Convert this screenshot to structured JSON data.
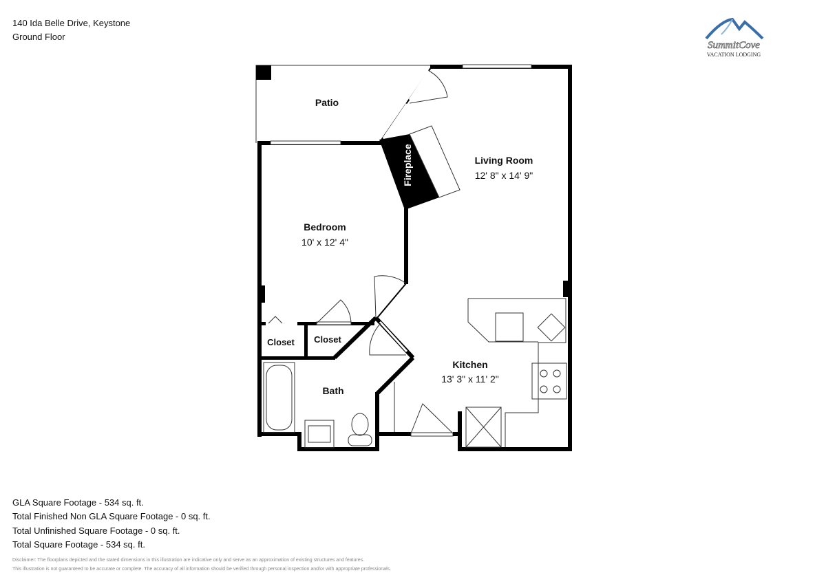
{
  "header": {
    "address": "140 Ida Belle Drive, Keystone",
    "floor": "Ground Floor"
  },
  "logo": {
    "name": "SummitCove",
    "tagline": "Vacation Lodging",
    "color": "#3a6ea8"
  },
  "rooms": {
    "patio": {
      "name": "Patio"
    },
    "living_room": {
      "name": "Living Room",
      "dims": "12' 8\" x 14' 9\""
    },
    "bedroom": {
      "name": "Bedroom",
      "dims": "10' x 12' 4\""
    },
    "fireplace": {
      "name": "Fireplace"
    },
    "closet1": {
      "name": "Closet"
    },
    "closet2": {
      "name": "Closet"
    },
    "bath": {
      "name": "Bath"
    },
    "kitchen": {
      "name": "Kitchen",
      "dims": "13' 3\" x 11' 2\""
    }
  },
  "footage": [
    "GLA Square Footage - 534 sq. ft.",
    "Total Finished Non GLA Square Footage - 0 sq. ft.",
    "Total Unfinished Square Footage - 0 sq. ft.",
    "Total Square Footage - 534 sq. ft."
  ],
  "disclaimer": [
    "Disclaimer: The floorplans depicted and the stated dimensions in this illustration are indicative only and serve as an approximation of existing structures and features.",
    "This illustration is not guaranteed to be accurate or complete. The accuracy of all information should be verified through personal inspection and/or with appropriate professionals."
  ]
}
